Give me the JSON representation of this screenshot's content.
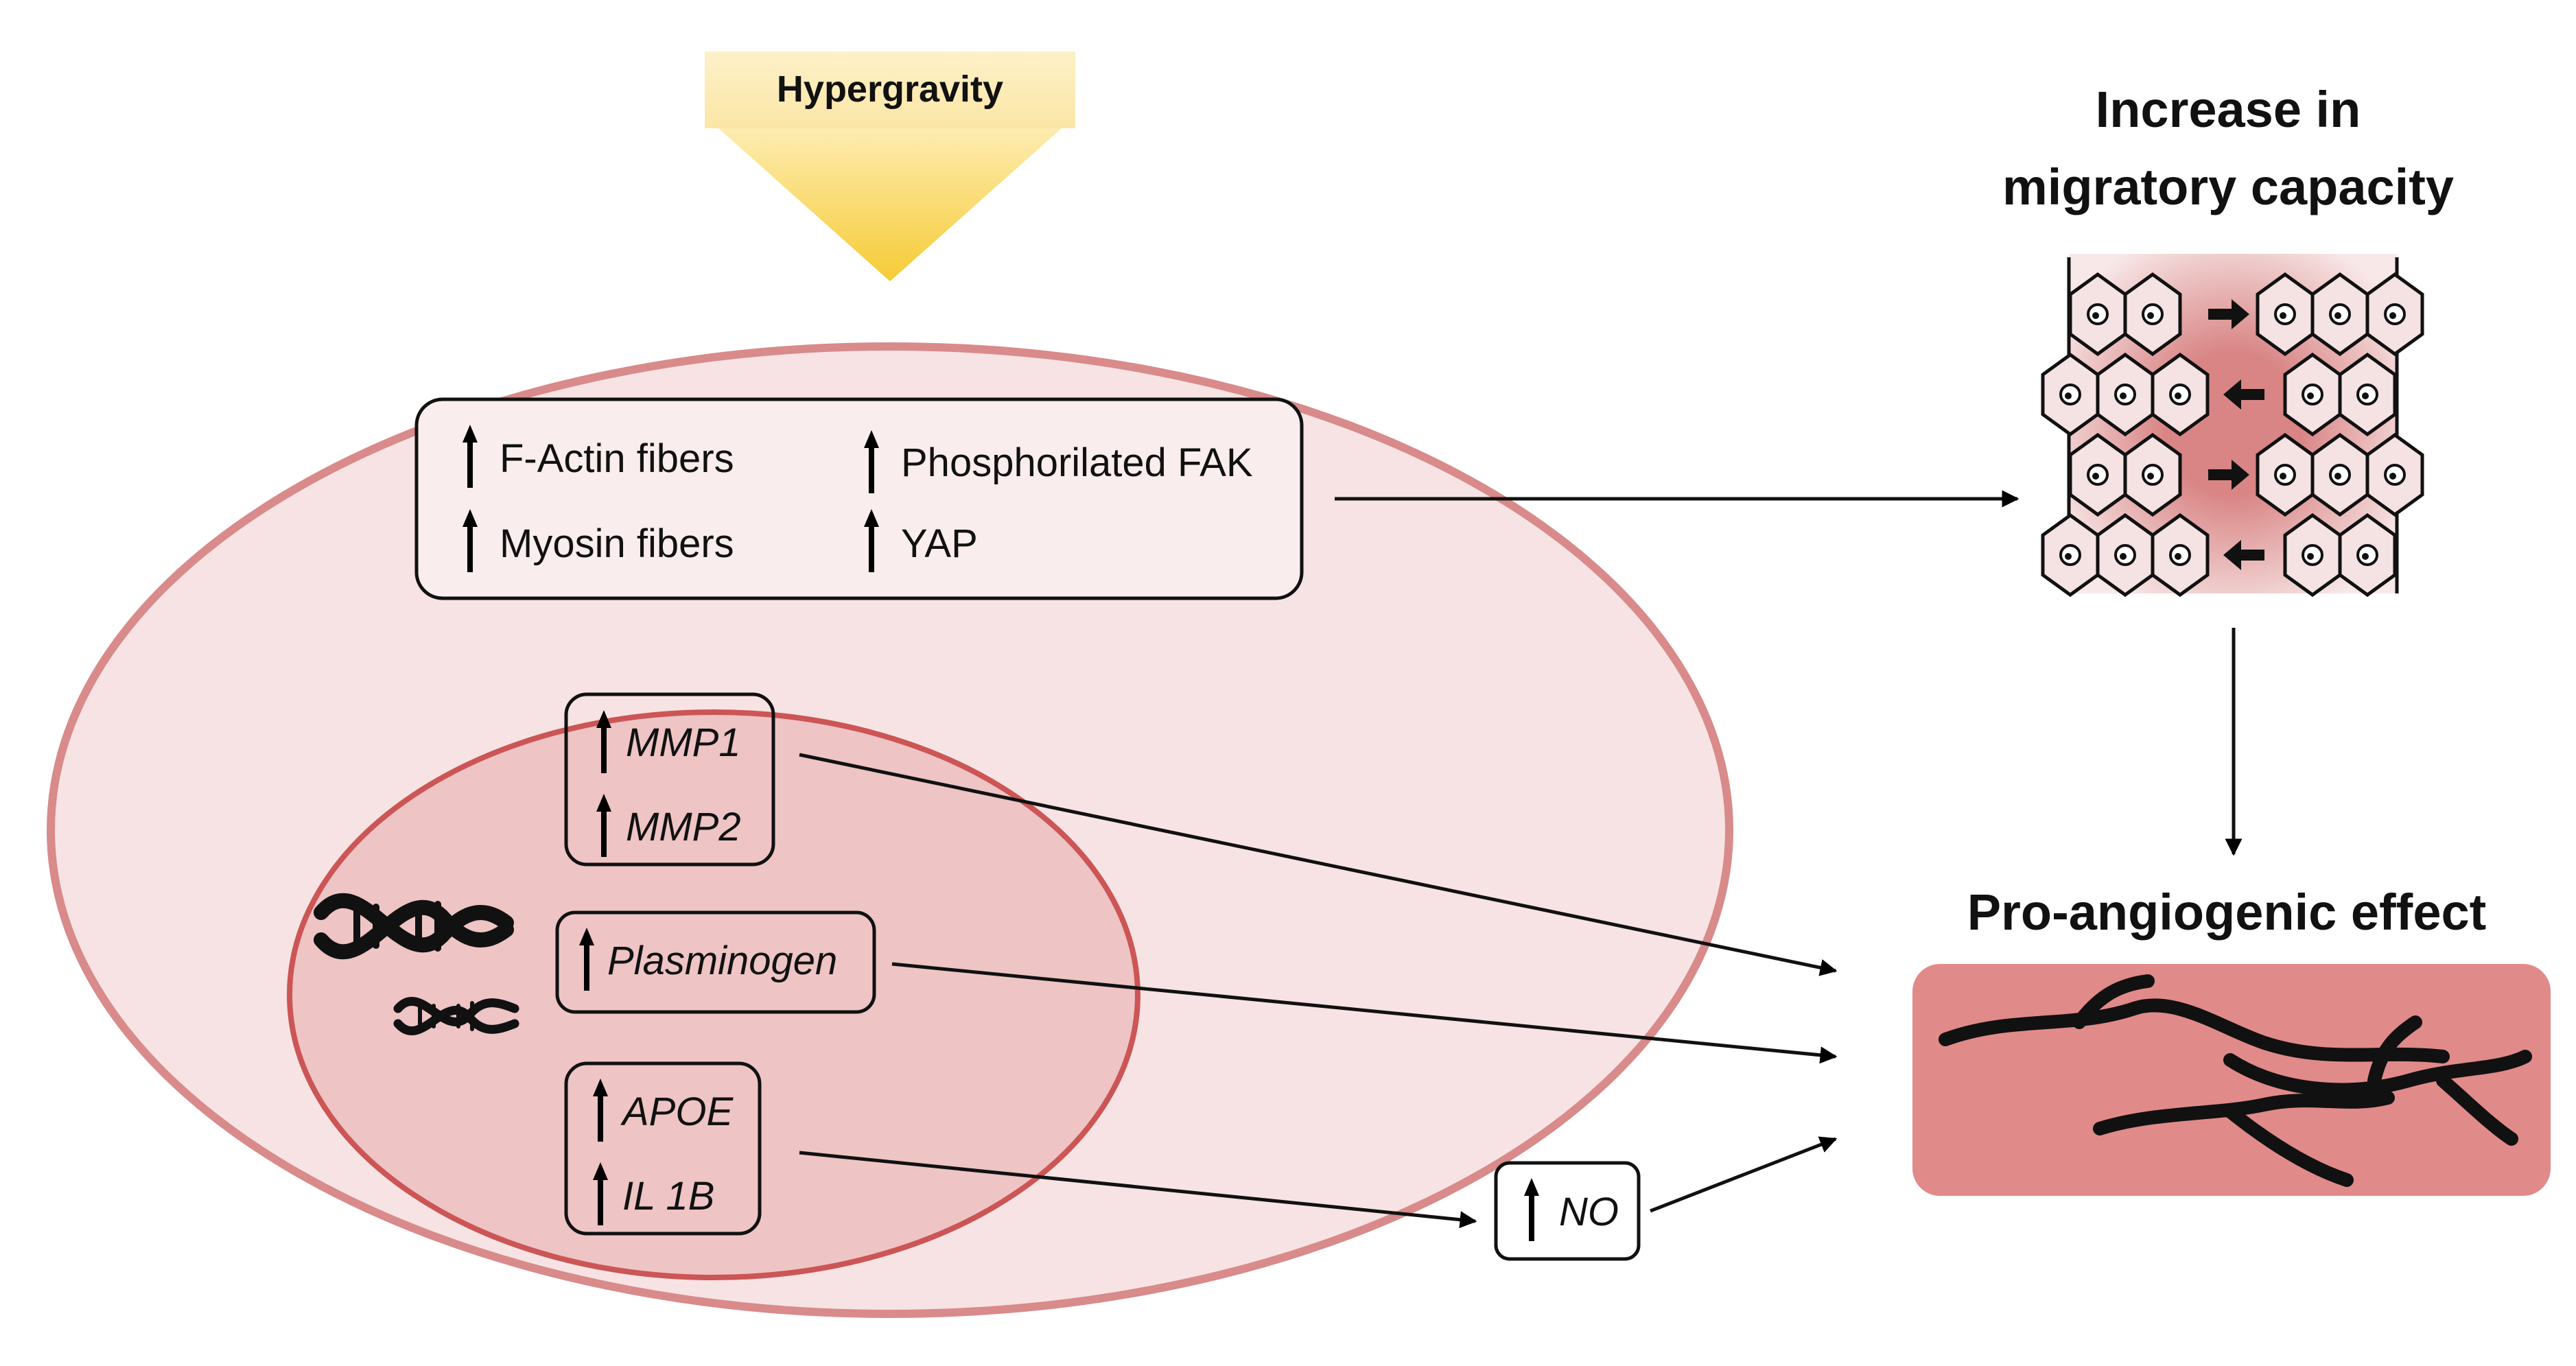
{
  "stimulus": {
    "label": "Hypergravity"
  },
  "cytoskeleton_box": {
    "items": [
      "F-Actin fibers",
      "Phosphorilated FAK",
      "Myosin fibers",
      "YAP"
    ]
  },
  "nucleus": {
    "mmp_box": [
      "MMP1",
      "MMP2"
    ],
    "plasminogen_box": [
      "Plasminogen"
    ],
    "apoe_box": [
      "APOE",
      "IL 1B"
    ]
  },
  "no_box": {
    "label": "NO"
  },
  "migration": {
    "title_line1": "Increase in",
    "title_line2": "migratory capacity"
  },
  "angiogenesis": {
    "title": "Pro-angiogenic effect"
  },
  "colors": {
    "cell_fill": "#f7e3e3",
    "cell_stroke": "#d98a8a",
    "nucleus_fill": "#eec4c4",
    "nucleus_stroke": "#cc5555",
    "stimulus_yellow": "#f8d34a",
    "vessel_fill": "#e18a8a"
  },
  "icons": {
    "up": "up-arrow-icon",
    "dna": "dna-icon",
    "cells": "endothelial-monolayer-icon",
    "vessels": "blood-vessel-network-icon"
  }
}
